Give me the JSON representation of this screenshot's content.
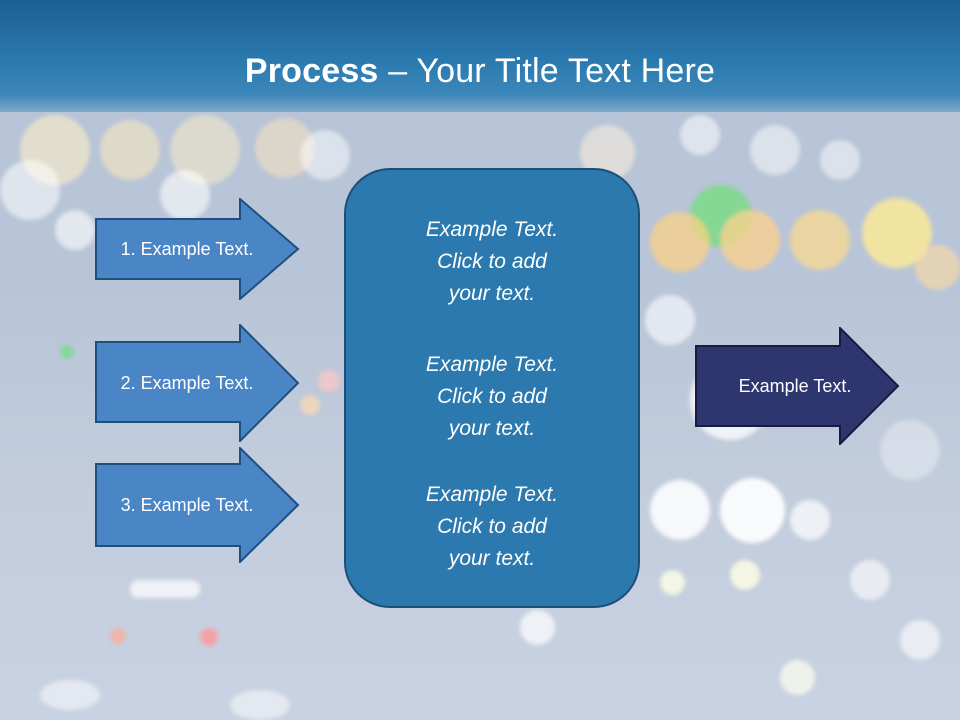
{
  "slide": {
    "title_bold": "Process",
    "title_rest": " – Your Title Text Here"
  },
  "steps": [
    {
      "label": "1. Example Text."
    },
    {
      "label": "2. Example Text."
    },
    {
      "label": "3. Example Text."
    }
  ],
  "center": {
    "paragraphs": [
      {
        "line1": "Example Text.",
        "line2": "Click  to add",
        "line3": "your text."
      },
      {
        "line1": "Example Text.",
        "line2": "Click  to add",
        "line3": "your text."
      },
      {
        "line1": "Example Text.",
        "line2": "Click  to add",
        "line3": "your text."
      }
    ]
  },
  "result": {
    "label": "Example Text."
  },
  "colors": {
    "header": "#1c5f92",
    "step_arrow_fill": "#4a86c6",
    "center_box_fill": "#2b79ae",
    "result_arrow_fill": "#2e3670"
  }
}
